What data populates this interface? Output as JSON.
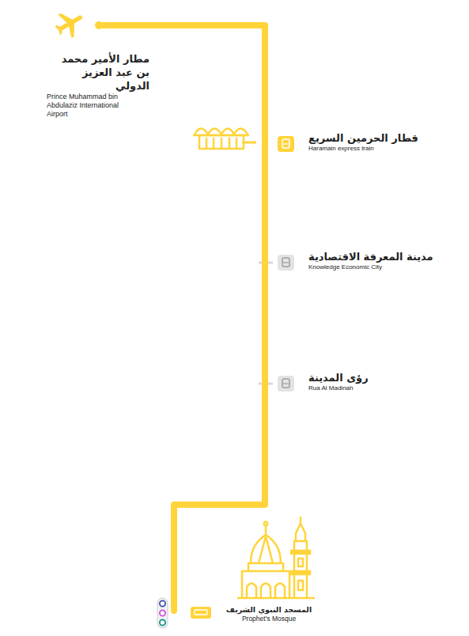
{
  "diagram": {
    "nodes": [
      {
        "text": [
          "مطار الأمير محمد بن عبد العزيز الدولي",
          "Prince Muhammad bin Abdulaziz International Airport"
        ]
      },
      {
        "text": [
          "قطار الحرمين السريع",
          "Haramain express train"
        ]
      },
      {
        "text": [
          "مدينة المعرفة الاقتصادية",
          "Knowledge Economic City"
        ]
      },
      {
        "text": [
          "رؤى المدينة",
          "Rua Al Madinah"
        ]
      },
      {
        "text": [
          "المسجد النبوي الشريف",
          "Prophet's Mosque"
        ]
      }
    ],
    "edges": [
      {
        "from": 0,
        "to": 1,
        "arrow": "none"
      },
      {
        "from": 1,
        "to": 2,
        "arrow": "none"
      },
      {
        "from": 2,
        "to": 3,
        "arrow": "none"
      },
      {
        "from": 3,
        "to": 4,
        "arrow": "none"
      }
    ]
  }
}
